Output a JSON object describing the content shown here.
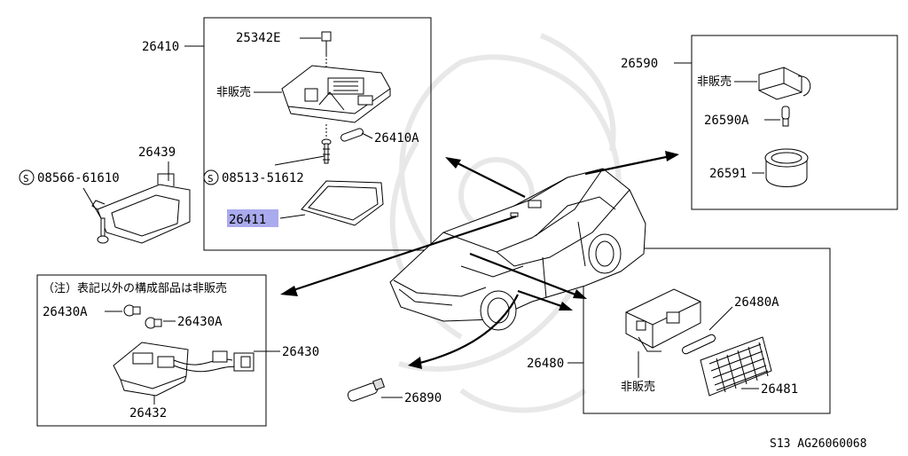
{
  "callouts": {
    "c26410": "26410",
    "c25342e": "25342E",
    "c_not_sold_1": "非販売",
    "c26410a": "26410A",
    "c08513": "08513-51612",
    "c26411": "26411",
    "c26439": "26439",
    "c08566": "08566-61610",
    "c26590": "26590",
    "c_not_sold_2": "非販売",
    "c26590a": "26590A",
    "c26591": "26591",
    "c_note": "（注）表記以外の構成部品は非販売",
    "c26430a_1": "26430A",
    "c26430a_2": "26430A",
    "c26430": "26430",
    "c26432": "26432",
    "c26890": "26890",
    "c26480": "26480",
    "c26480a": "26480A",
    "c_not_sold_3": "非販売",
    "c26481": "26481"
  },
  "screw_symbol": "S",
  "footer": {
    "code": "S13  AG26060068"
  },
  "colors": {
    "highlight": "#aaaaee",
    "line": "#000000"
  }
}
